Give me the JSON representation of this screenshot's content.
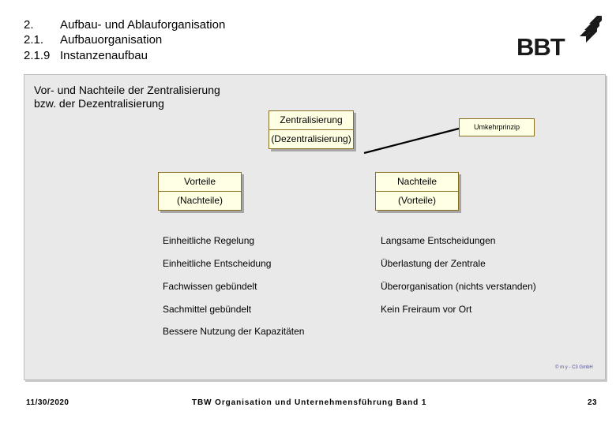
{
  "headings": [
    {
      "num": "2.",
      "text": "Aufbau- und Ablauforganisation"
    },
    {
      "num": "2.1.",
      "text": "Aufbauorganisation"
    },
    {
      "num": "2.1.9",
      "text": "Instanzenaufbau"
    }
  ],
  "logo": {
    "text": "BBT"
  },
  "intro": [
    "Vor- und Nachteile der Zentralisierung",
    "bzw. der Dezentralisierung"
  ],
  "central_box": {
    "top": "Zentralisierung",
    "bottom": "(Dezentralisierung)"
  },
  "umkehr": "Umkehrprinzip",
  "vorteile_box": {
    "top": "Vorteile",
    "bottom": "(Nachteile)"
  },
  "nachteile_box": {
    "top": "Nachteile",
    "bottom": "(Vorteile)"
  },
  "left_items": [
    "Einheitliche Regelung",
    "Einheitliche Entscheidung",
    "Fachwissen gebündelt",
    "Sachmittel gebündelt",
    "Bessere Nutzung der Kapazitäten"
  ],
  "right_items": [
    "Langsame Entscheidungen",
    "Überlastung der Zentrale",
    "Überorganisation (nichts verstanden)",
    "Kein Freiraum vor Ort"
  ],
  "copyright": "© m y - C3 GmbH",
  "footer": {
    "date": "11/30/2020",
    "title": "TBW Organisation und Unternehmensführung Band 1",
    "page": "23"
  },
  "colors": {
    "box_fill": "#ffffe4",
    "box_border": "#8a6c22",
    "panel": "#e9e9e9",
    "logo": "#1a1a1a"
  }
}
